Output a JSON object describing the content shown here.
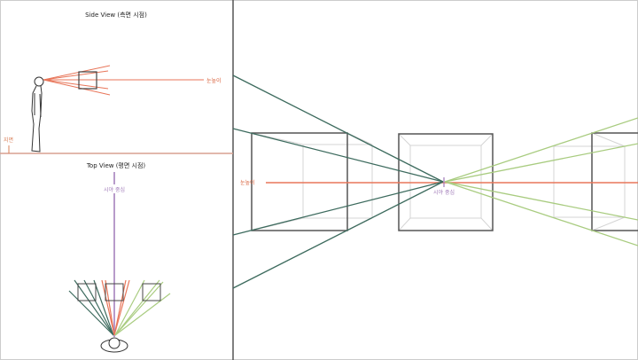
{
  "side_view": {
    "title": "Side View (측면 시점)",
    "eye_level_label": "눈높이",
    "ground_label": "지면"
  },
  "top_view": {
    "title": "Top View (평면 시점)",
    "view_center_label": "시야 중심"
  },
  "perspective_view": {
    "eye_level_label": "눈높이",
    "view_center_label": "시야 중심"
  },
  "colors": {
    "eye_level": "#e8765a",
    "ground": "#d9a090",
    "center": "#a07ab8",
    "left_rays": "#3d6b5e",
    "right_rays": "#a9cc80",
    "box": "#555555",
    "box_back": "#cccccc"
  }
}
